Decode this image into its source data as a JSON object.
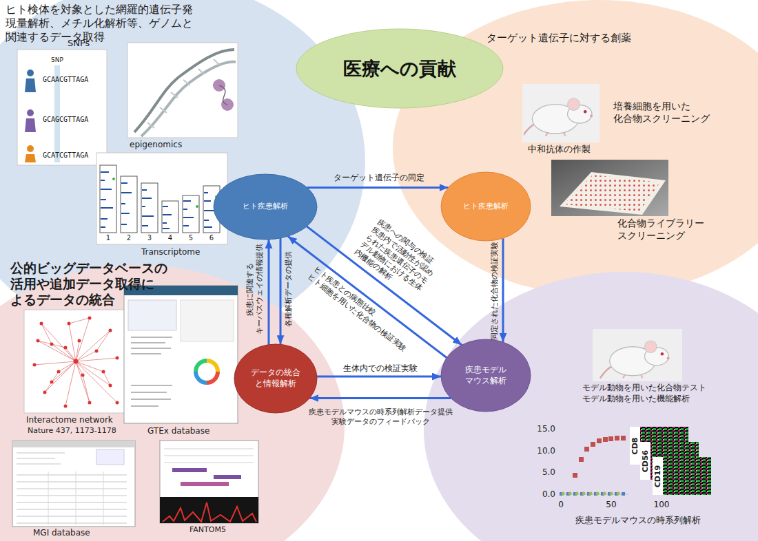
{
  "diagram": {
    "nodes": [
      {
        "text": [
          "医療への貢献"
        ]
      },
      {
        "text": [
          "ヒト疾患解析"
        ]
      },
      {
        "text": [
          "ヒト疾患解析"
        ]
      },
      {
        "text": [
          "データの統合 と情報解析"
        ]
      },
      {
        "text": [
          "疾患モデル マウス解析"
        ]
      }
    ],
    "edges": [
      {
        "from": 1,
        "to": 2,
        "arrow": "to",
        "label": "ターゲット遺伝子の同定"
      },
      {
        "from": 1,
        "to": 4,
        "arrow": "to",
        "label": "疾患への関与の検証 疾患内で活動性が認め られた疾患遺伝子のモ デル動物における生体 内機能の解析"
      },
      {
        "from": 4,
        "to": 1,
        "arrow": "to",
        "label": "ヒト疾患との病態比較 ヒト細胞を用いた化合物の検証実験"
      },
      {
        "from": 2,
        "to": 4,
        "arrow": "to",
        "label": "同定された化合物の検証実験"
      },
      {
        "from": 3,
        "to": 1,
        "arrow": "to",
        "label": "疾患に関連する キーパスウェイの情報提供"
      },
      {
        "from": 1,
        "to": 3,
        "arrow": "to",
        "label": "各種解析データの提供"
      },
      {
        "from": 3,
        "to": 4,
        "arrow": "to",
        "label": "生体内での検証実験"
      },
      {
        "from": 4,
        "to": 3,
        "arrow": "to",
        "label": "疾患モデルマウスの時系列解析データ提供 実験データのフィードバック"
      }
    ],
    "labels": [
      "ヒト検体を対象とした網羅的遺伝子発 現量解析、メチル化解析等、ゲノムと 関連するデータ取得",
      "SNPs",
      "GCAACGTTAGA",
      "GCAGCGTTAGA",
      "GCATCGTTAGA",
      "SNP",
      "epigenomics",
      "1",
      "2",
      "3",
      "4",
      "5",
      "6",
      "Transcriptome",
      "ターゲット遺伝子に対する創薬",
      "中和抗体の作製",
      "培養細胞を用いた 化合物スクリーニング",
      "化合物ライブラリー スクリーニング",
      "公的ビッグデータベースの 活用や追加データ取得に よるデータの統合",
      "Interactome network",
      "Nature 437, 1173-1178",
      "GTEx database",
      "MGI database",
      "FANTOM5",
      "モデル動物を用いた化合物テスト",
      "モデル動物を用いた機能解析",
      "15.0",
      "10.0",
      "5.0",
      "0.0",
      "0",
      "50",
      "100",
      "CD8",
      "CD56",
      "CD19",
      "疾患モデルマウスの時系列解析"
    ]
  }
}
